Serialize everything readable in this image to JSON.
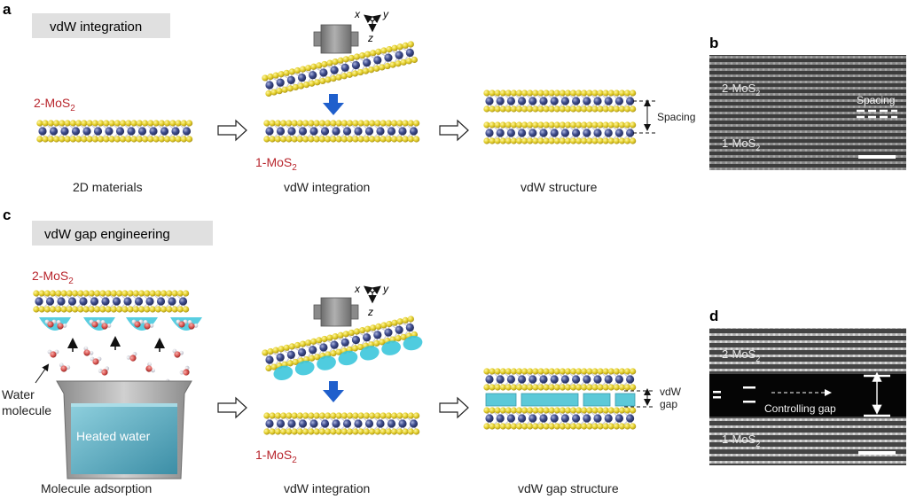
{
  "panels": {
    "a": "a",
    "b": "b",
    "c": "c",
    "d": "d"
  },
  "section_a": {
    "title": "vdW integration",
    "layer_top_label": {
      "base": "2-MoS",
      "sub": "2"
    },
    "layer_bottom_label": {
      "base": "1-MoS",
      "sub": "2"
    },
    "axes": {
      "x": "x",
      "y": "y",
      "z": "z"
    },
    "captions": [
      "2D materials",
      "vdW integration",
      "vdW structure"
    ],
    "spacing_label": "Spacing"
  },
  "section_b": {
    "top_label": {
      "base": "2-MoS",
      "sub": "2"
    },
    "bottom_label": {
      "base": "1-MoS",
      "sub": "2"
    },
    "spacing_label": "Spacing"
  },
  "section_c": {
    "title": "vdW gap engineering",
    "layer_top_label": {
      "base": "2-MoS",
      "sub": "2"
    },
    "layer_bottom_label": {
      "base": "1-MoS",
      "sub": "2"
    },
    "axes": {
      "x": "x",
      "y": "y",
      "z": "z"
    },
    "water_molecule_label": [
      "Water",
      "molecule"
    ],
    "heated_water_label": "Heated water",
    "gap_label": [
      "vdW",
      "gap"
    ],
    "captions": [
      "Molecule adsorption",
      "vdW integration",
      "vdW gap structure"
    ]
  },
  "section_d": {
    "top_label": {
      "base": "2-MoS",
      "sub": "2"
    },
    "bottom_label": {
      "base": "1-MoS",
      "sub": "2"
    },
    "gap_label": "Controlling gap"
  },
  "colors": {
    "sulfur": "#e3cf2a",
    "molybdenum": "#3f4d8f",
    "bond": "#c9c9d4",
    "water_oxygen": "#d9534f",
    "water_hydrogen": "#d6d6de",
    "water_cap": "#3cc6dc",
    "gap_block": "#5cc9d8",
    "blue_arrow": "#1f5fcc",
    "label_red": "#b8252c",
    "title_box": "#e0e0e0"
  }
}
